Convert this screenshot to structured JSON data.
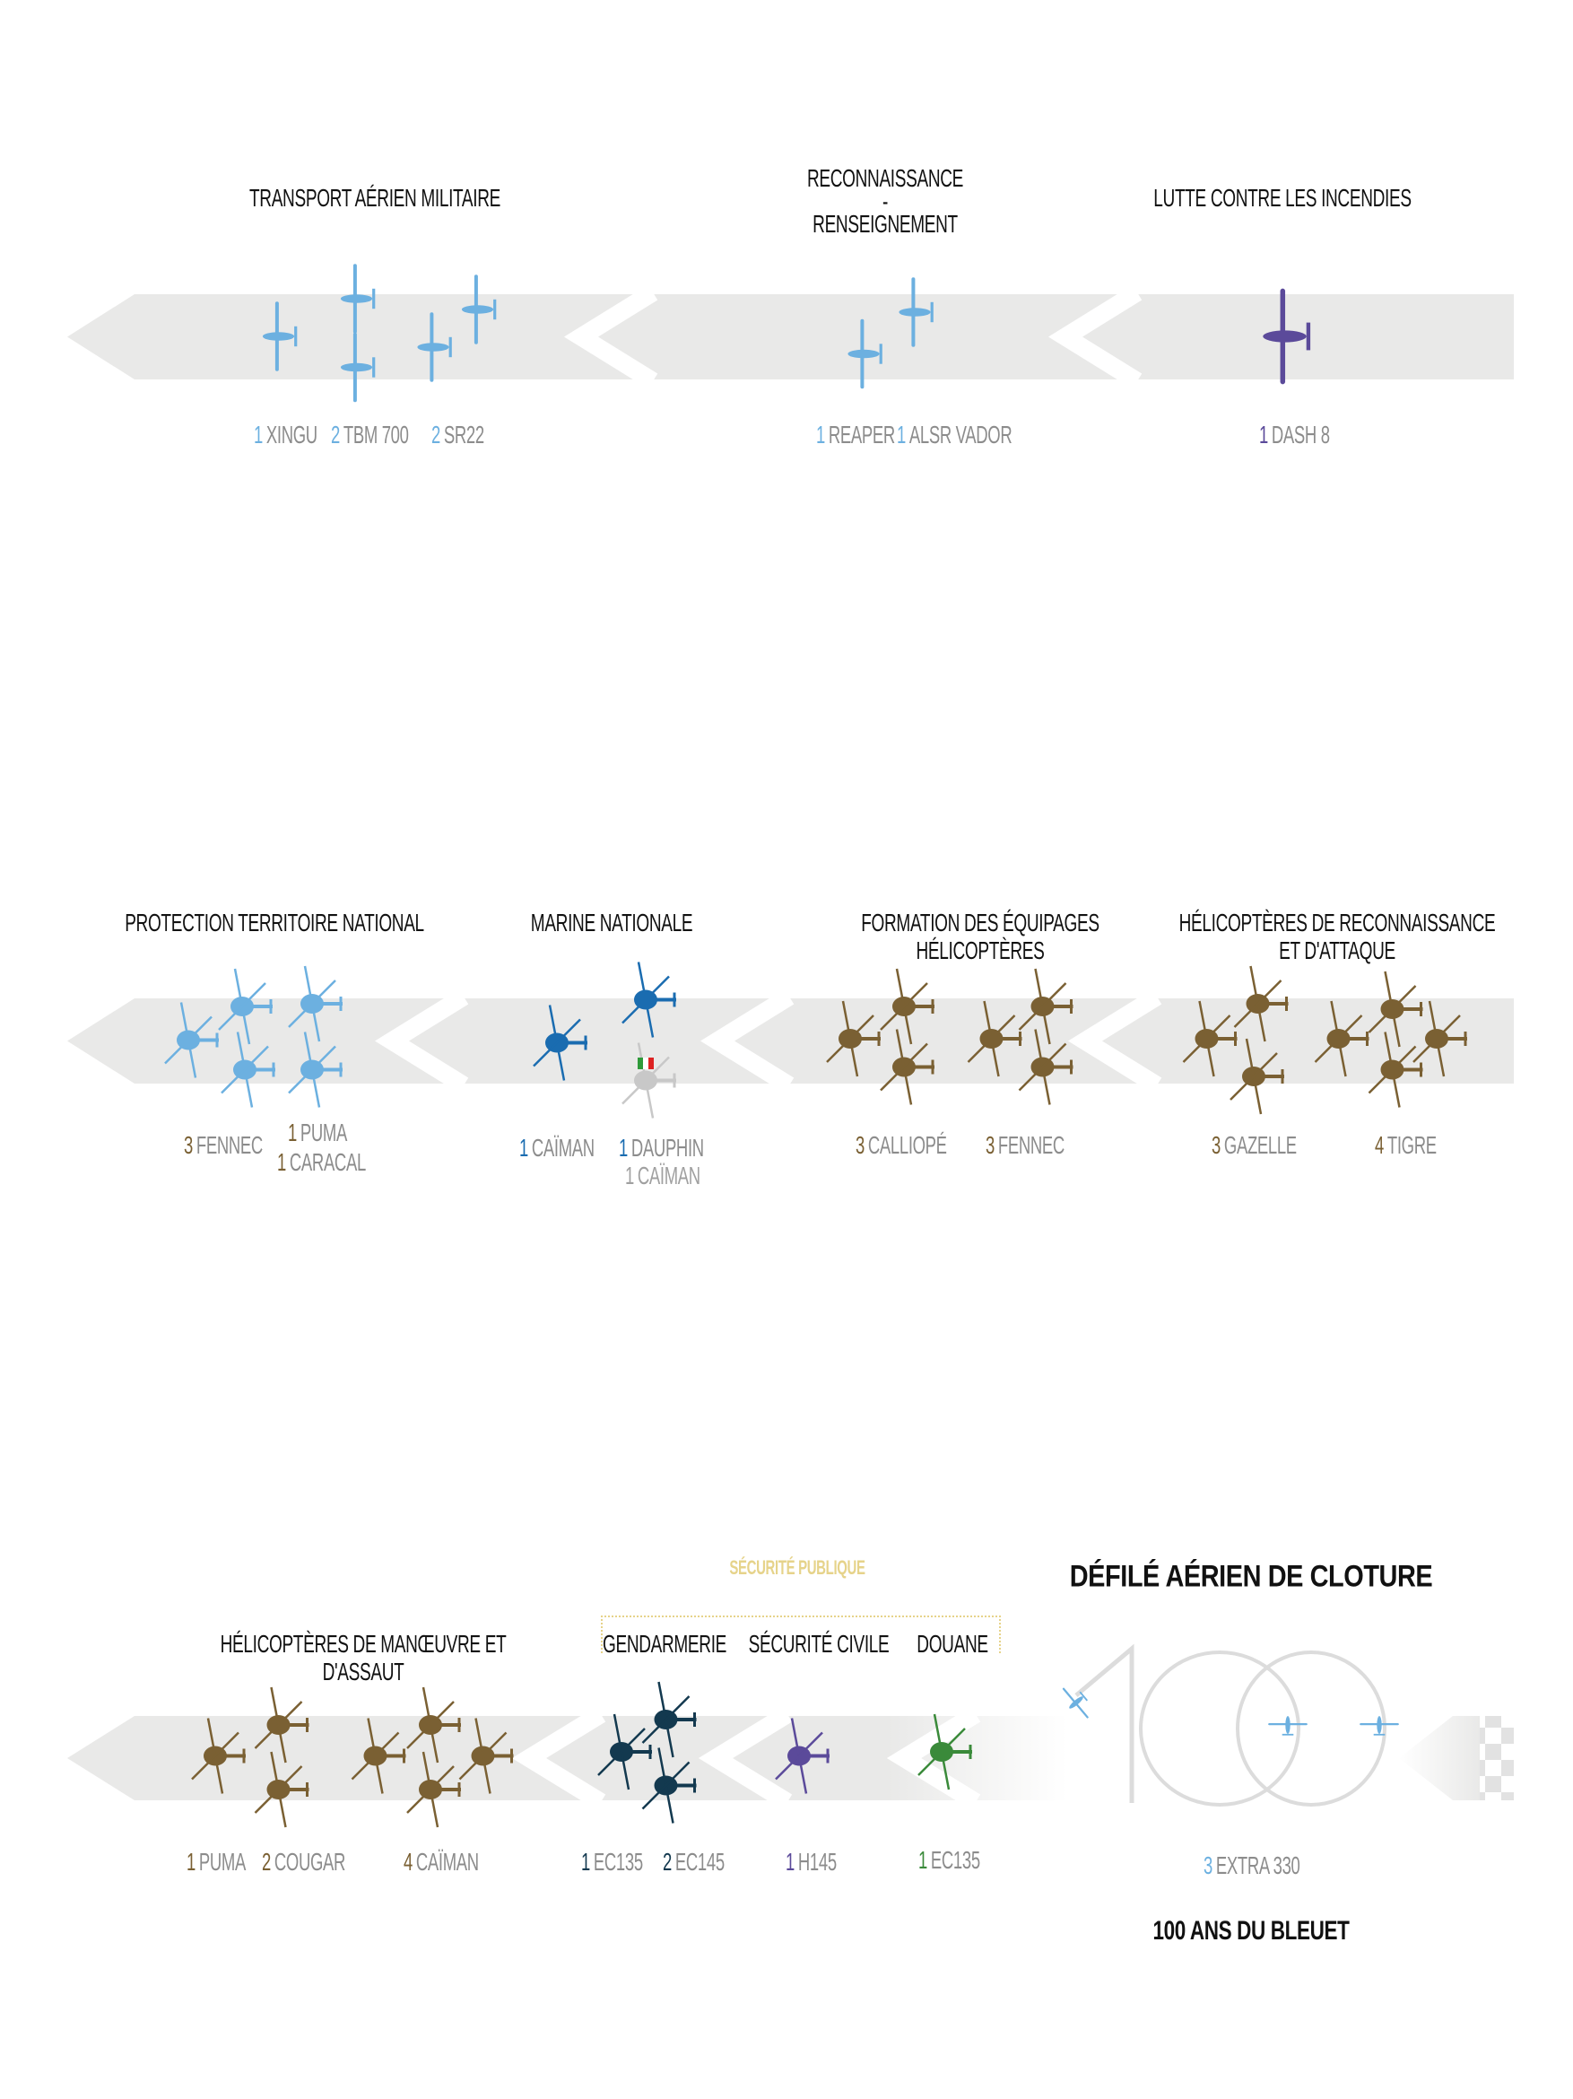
{
  "colors": {
    "band": "#e9e9e8",
    "light_blue": "#6cb0e0",
    "purple": "#5b4a9a",
    "brown": "#7a6033",
    "marine_blue": "#1a6cb0",
    "teal": "#13394f",
    "green": "#3a8a3a",
    "gray_heli": "#c8c8c8",
    "gold": "#e6d38a",
    "label_gray": "#8c8c8c"
  },
  "row1": {
    "titles": {
      "transport": "TRANSPORT AÉRIEN MILITAIRE",
      "recon_line1": "RECONNAISSANCE",
      "recon_dash": "-",
      "recon_line2": "RENSEIGNEMENT",
      "incendies": "LUTTE CONTRE LES INCENDIES"
    },
    "labels": [
      {
        "count": "1",
        "name": "XINGU"
      },
      {
        "count": "2",
        "name": "TBM 700"
      },
      {
        "count": "2",
        "name": "SR22"
      },
      {
        "count": "1",
        "name": "REAPER"
      },
      {
        "count": "1",
        "name": "ALSR VADOR"
      },
      {
        "count": "1",
        "name": "DASH 8"
      }
    ]
  },
  "row2": {
    "titles": {
      "protection": "PROTECTION TERRITOIRE NATIONAL",
      "marine": "MARINE NATIONALE",
      "formation_line1": "FORMATION DES ÉQUIPAGES",
      "formation_line2": "HÉLICOPTÈRES",
      "recon_line1": "HÉLICOPTÈRES DE RECONNAISSANCE",
      "recon_line2": "ET D'ATTAQUE"
    },
    "labels": [
      {
        "count": "3",
        "name": "FENNEC"
      },
      {
        "count": "1",
        "name": "PUMA"
      },
      {
        "count": "1",
        "name": "CARACAL"
      },
      {
        "count": "1",
        "name": "CAÏMAN"
      },
      {
        "count": "1",
        "name": "DAUPHIN"
      },
      {
        "count": "1",
        "name": "CAÏMAN"
      },
      {
        "count": "3",
        "name": "CALLIOPÉ"
      },
      {
        "count": "3",
        "name": "FENNEC"
      },
      {
        "count": "3",
        "name": "GAZELLE"
      },
      {
        "count": "4",
        "name": "TIGRE"
      }
    ]
  },
  "row3": {
    "group_title": "SÉCURITÉ PUBLIQUE",
    "closing_title": "DÉFILÉ AÉRIEN DE CLOTURE",
    "titles": {
      "manoeuvre_line1": "HÉLICOPTÈRES DE MANŒUVRE ET",
      "manoeuvre_line2": "D'ASSAUT",
      "gendarmerie": "GENDARMERIE",
      "securite_civile": "SÉCURITÉ CIVILE",
      "douane": "DOUANE"
    },
    "labels": [
      {
        "count": "1",
        "name": "PUMA"
      },
      {
        "count": "2",
        "name": "COUGAR"
      },
      {
        "count": "4",
        "name": "CAÏMAN"
      },
      {
        "count": "1",
        "name": "EC135"
      },
      {
        "count": "2",
        "name": "EC145"
      },
      {
        "count": "1",
        "name": "H145"
      },
      {
        "count": "1",
        "name": "EC135"
      },
      {
        "count": "3",
        "name": "EXTRA 330"
      }
    ],
    "anniversary": "100 ANS DU BLEUET"
  }
}
